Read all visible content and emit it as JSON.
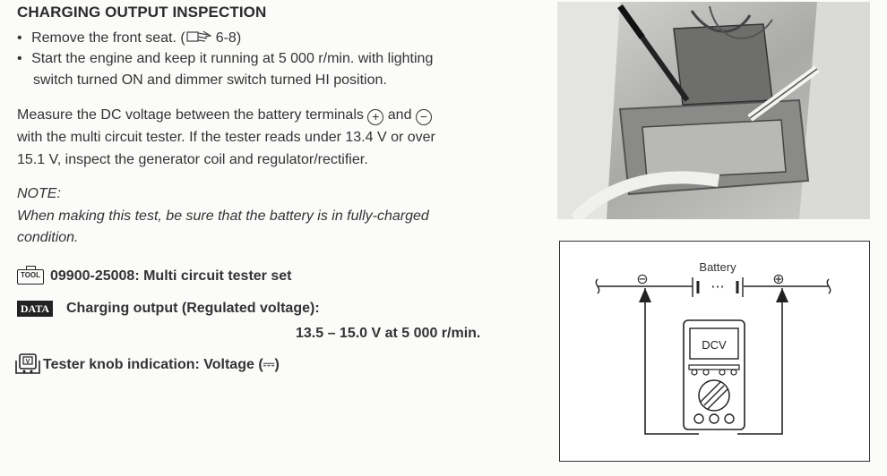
{
  "title": "CHARGING OUTPUT INSPECTION",
  "bullets": [
    {
      "marker": "•",
      "text": "Remove the front seat. (",
      "ref": "6-8)",
      "icon": "book-reference-icon"
    },
    {
      "marker": "•",
      "lines": [
        "Start the engine and keep it running at 5 000 r/min. with lighting",
        "switch turned ON and dimmer switch turned HI position."
      ]
    }
  ],
  "paragraph": {
    "line1_a": "Measure the DC voltage between the battery terminals",
    "line1_b": "and",
    "plus_symbol": "+",
    "minus_symbol": "−",
    "line2": "with the multi circuit tester. If the tester reads under 13.4 V or over",
    "line3": "15.1 V, inspect the generator coil and regulator/rectifier."
  },
  "note": {
    "label": "NOTE:",
    "lines": [
      "When making this test, be sure that the battery is in fully-charged",
      "condition."
    ]
  },
  "tool": {
    "icon_text": "TOOL",
    "text": "09900-25008: Multi circuit tester set"
  },
  "data": {
    "icon_text": "DATA",
    "label": "Charging output (Regulated voltage):",
    "value": "13.5 – 15.0 V at 5 000 r/min."
  },
  "knob": {
    "icon_text": "V",
    "text": "Tester knob indication: Voltage (",
    "symbol": "⎓",
    "close": ")"
  },
  "diagram": {
    "battery_label": "Battery",
    "minus": "⊖",
    "plus": "⊕",
    "dots": "···",
    "meter_display": "DCV"
  }
}
